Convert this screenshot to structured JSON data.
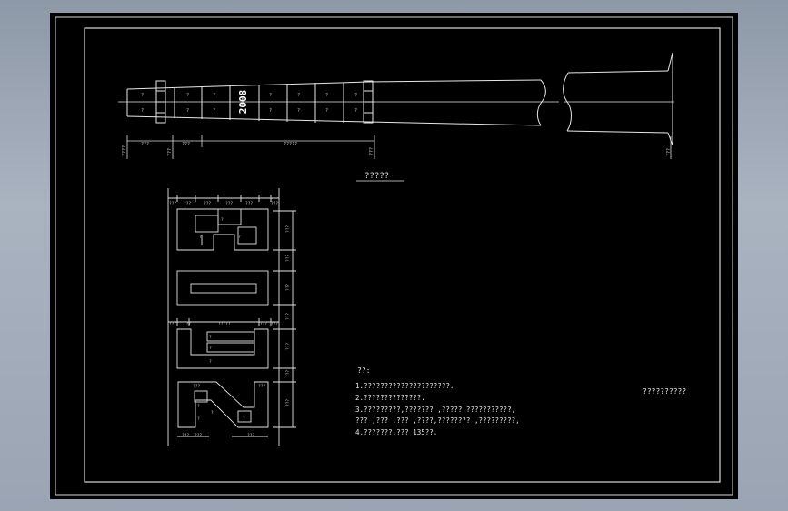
{
  "viewer": {
    "background_color": "#9aa4b3",
    "sheet_color": "#000000",
    "line_color": "#e8e8e8"
  },
  "drawing": {
    "upper_title": "?????",
    "notes_heading": "??:",
    "notes": [
      "1.?????????????????????.",
      "2.??????????????.",
      "3.?????????,??????? ,?????,???????????,",
      "  ??? ,??? ,??? ,????,???????? ,?????????,",
      "4.???????,??? 135??."
    ],
    "title_block_text": "??????????",
    "stamp_text": "2008",
    "dim_labels": {
      "overall": "?????",
      "left_end": "????",
      "right_end": "???"
    }
  }
}
